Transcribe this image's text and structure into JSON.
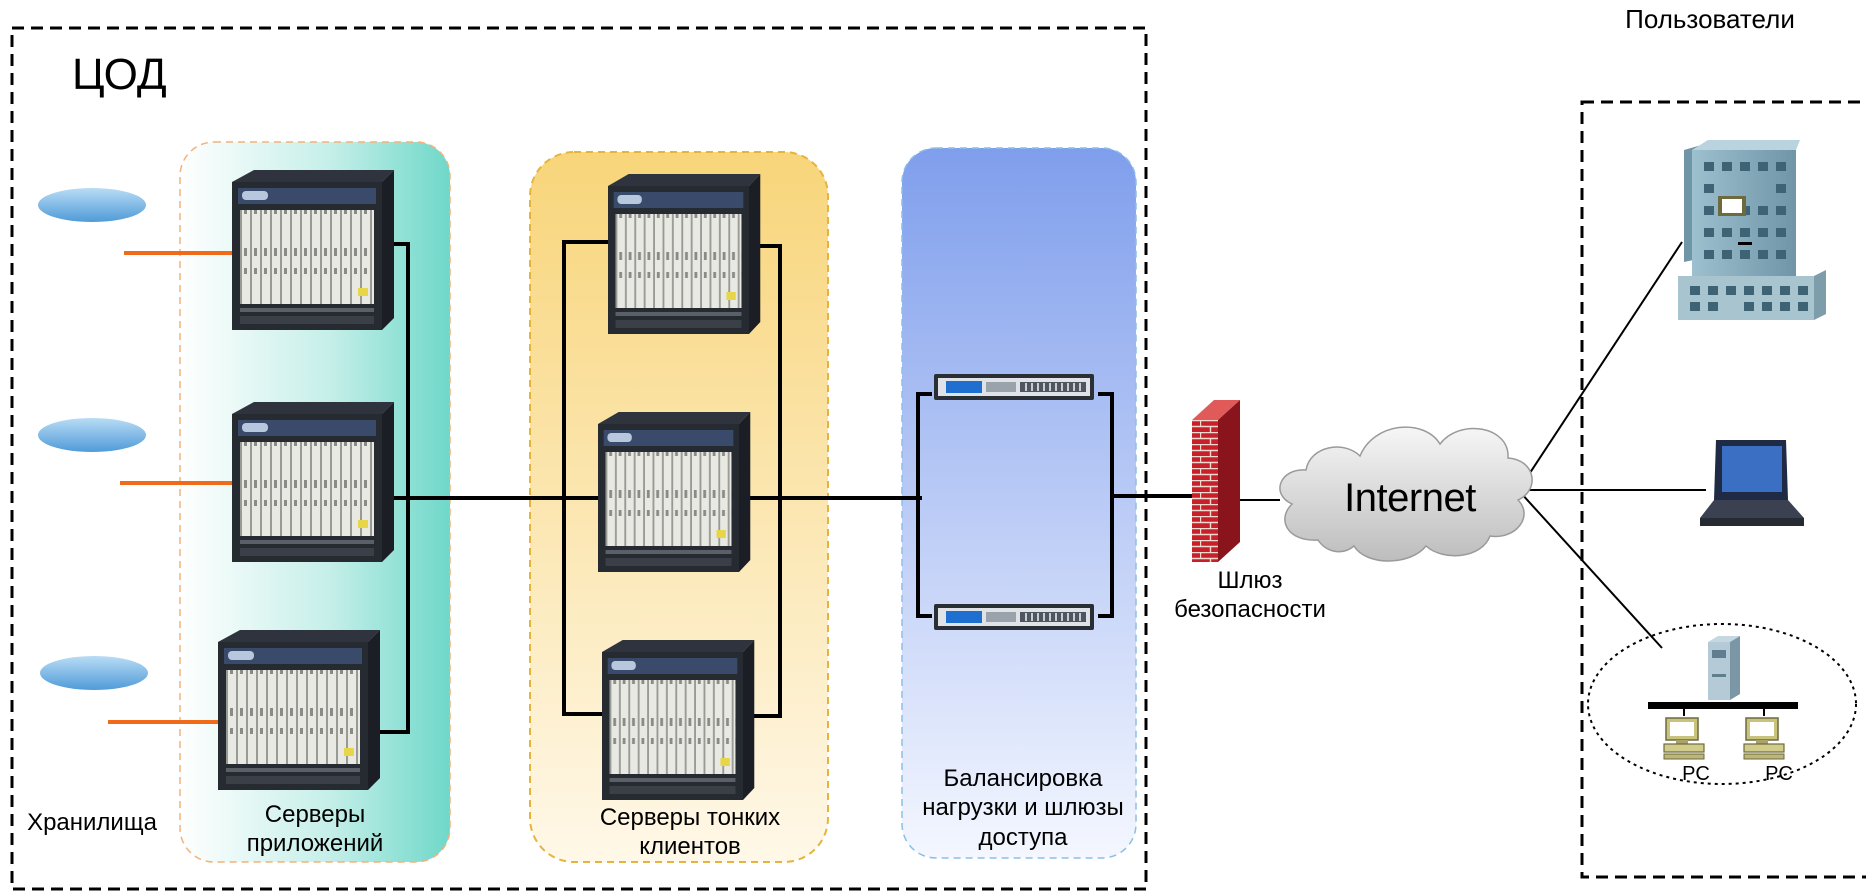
{
  "labels": {
    "datacenter": "ЦОД",
    "users": "Пользователи",
    "storage": "Хранилища",
    "app_servers": "Серверы приложений",
    "thin_client_servers": "Серверы тонких клиентов",
    "load_balancing": "Балансировка нагрузки и шлюзы доступа",
    "security_gateway": "Шлюз безопасности",
    "internet": "Internet",
    "pc_1": "PC",
    "pc_2": "PC"
  },
  "colors": {
    "app_zone": "#6fd8c9",
    "thin_zone": "#f8d57a",
    "balancer_zone": "#7f9eec",
    "storage": "#6aaee0",
    "storage_link": "#f06a1a",
    "firewall": "#c8202a",
    "cloud": "#d9d9d9",
    "building": "#8fb3c3"
  },
  "icons": {
    "storage": "storage-ellipse-icon",
    "server": "blade-server-chassis-icon",
    "balancer": "rack-appliance-icon",
    "firewall": "brick-firewall-icon",
    "cloud": "internet-cloud-icon",
    "building": "office-building-icon",
    "laptop": "laptop-icon",
    "tower": "tower-server-icon",
    "pc": "desktop-pc-icon"
  }
}
